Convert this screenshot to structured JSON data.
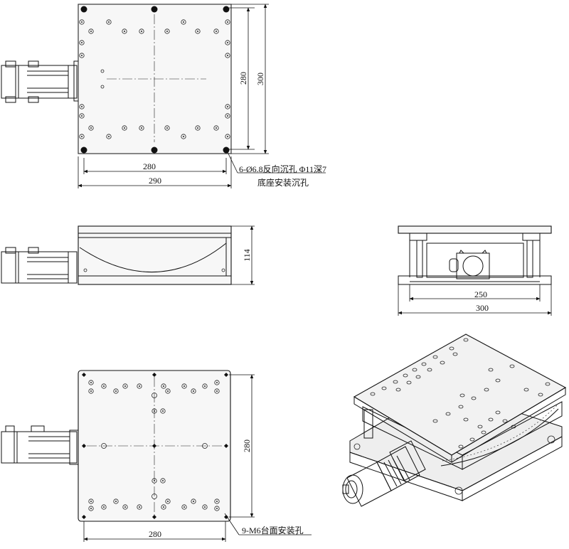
{
  "top_view": {
    "dim_width_inner": "280",
    "dim_width_outer": "290",
    "dim_height_inner": "280",
    "dim_height_outer": "300",
    "note_line1": "6-Ø6.8反向沉孔 Φ11深7",
    "note_line2": "底座安装沉孔"
  },
  "side_view": {
    "dim_height": "114"
  },
  "end_view": {
    "dim_inner": "250",
    "dim_outer": "300"
  },
  "bottom_view": {
    "dim_height": "280",
    "dim_width": "280",
    "note": "9-M6台面安装孔"
  },
  "colors": {
    "line": "#111111",
    "plate_fill": "#f7f7f7",
    "iso_top": "#f2f2f2",
    "iso_side": "#d9d9d9"
  }
}
